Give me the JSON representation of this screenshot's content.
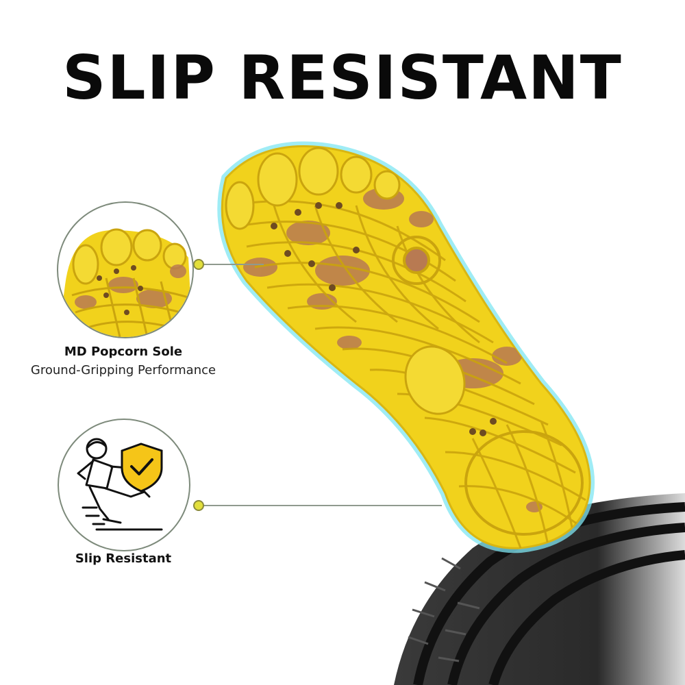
{
  "headline": "SLIP RESISTANT",
  "features": [
    {
      "title": "MD Popcorn Sole",
      "subtitle": "Ground-Gripping Performance",
      "icon": "popcorn-sole-closeup-icon"
    },
    {
      "title": "Slip Resistant",
      "icon": "slip-shield-icon"
    }
  ],
  "colors": {
    "sole_yellow": "#f1d21c",
    "sole_brown": "#b87a52",
    "glow": "#7fe6f2",
    "accent_dot": "#e2df3c",
    "tire": "#2b2b2b"
  }
}
